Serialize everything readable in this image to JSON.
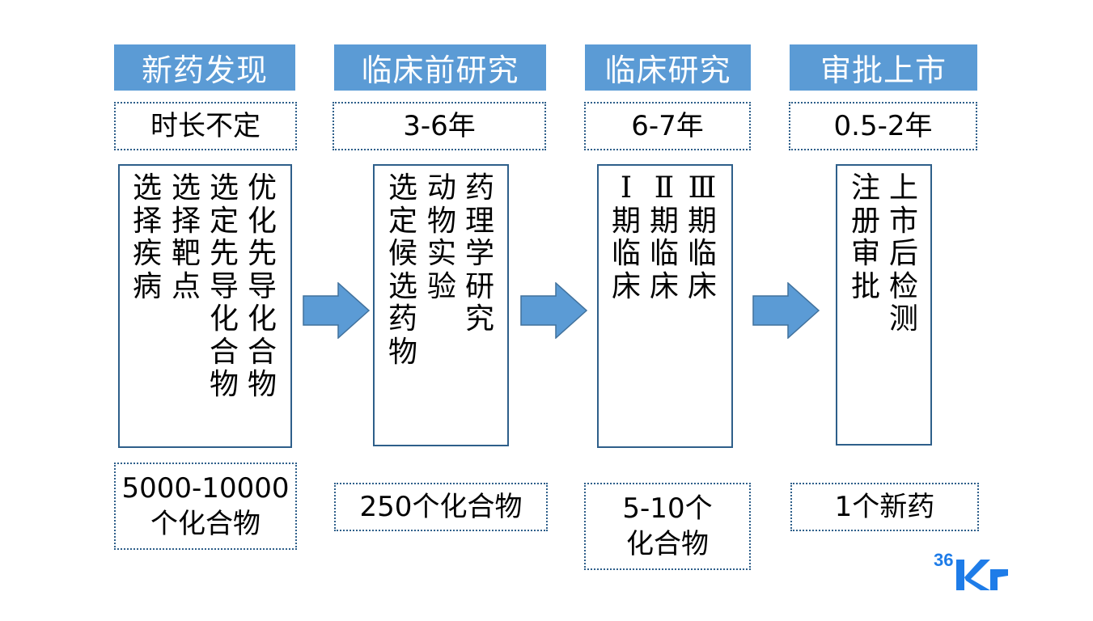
{
  "stages": [
    {
      "title": "新药发现",
      "duration": "时长不定",
      "activities": [
        "优化先导化合物",
        "选定先导化合物",
        "选择靶点",
        "选择疾病"
      ],
      "output": "5000-10000\n个化合物"
    },
    {
      "title": "临床前研究",
      "duration": "3-6年",
      "activities": [
        "药理学研究",
        "动物实验",
        "选定候选药物"
      ],
      "output": "250个化合物"
    },
    {
      "title": "临床研究",
      "duration": "6-7年",
      "activities": [
        "Ⅲ期临床",
        "Ⅱ期临床",
        "Ⅰ期临床"
      ],
      "output": "5-10个\n化合物"
    },
    {
      "title": "审批上市",
      "duration": "0.5-2年",
      "activities": [
        "上市后检测",
        "注册审批"
      ],
      "output": "1个新药"
    }
  ],
  "logo": {
    "text": "36Kr",
    "color": "#1e7ce8"
  },
  "colors": {
    "header_bg": "#5b9bd5",
    "arrow_fill": "#5b9bd5",
    "border": "#2e5f8a"
  }
}
